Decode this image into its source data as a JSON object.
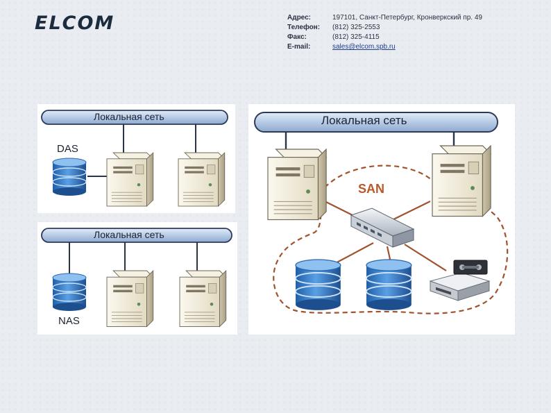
{
  "header": {
    "logo": "ELCOM",
    "address_label": "Адрес:",
    "address_value": "197101, Санкт-Петербург, Кронверкский пр. 49",
    "phone_label": "Телефон:",
    "phone_value": "(812) 325-2553",
    "fax_label": "Факс:",
    "fax_value": "(812) 325-4115",
    "email_label": "E-mail:",
    "email_value": "sales@elcom.spb.ru"
  },
  "diagrams": {
    "das": {
      "lan_label": "Локальная сеть",
      "storage_label": "DAS"
    },
    "nas": {
      "lan_label": "Локальная сеть",
      "storage_label": "NAS"
    },
    "san": {
      "lan_label": "Локальная сеть",
      "network_label": "SAN"
    }
  },
  "colors": {
    "lan_bar": "#c3d4ea",
    "lan_outline": "#2c3a5a",
    "disk_blue": "#2f78c8",
    "san_link": "#a0522d",
    "server_beige": "#efe9d6"
  },
  "icons": [
    "server-icon",
    "disk-stack-icon",
    "switch-icon",
    "tape-drive-icon"
  ]
}
